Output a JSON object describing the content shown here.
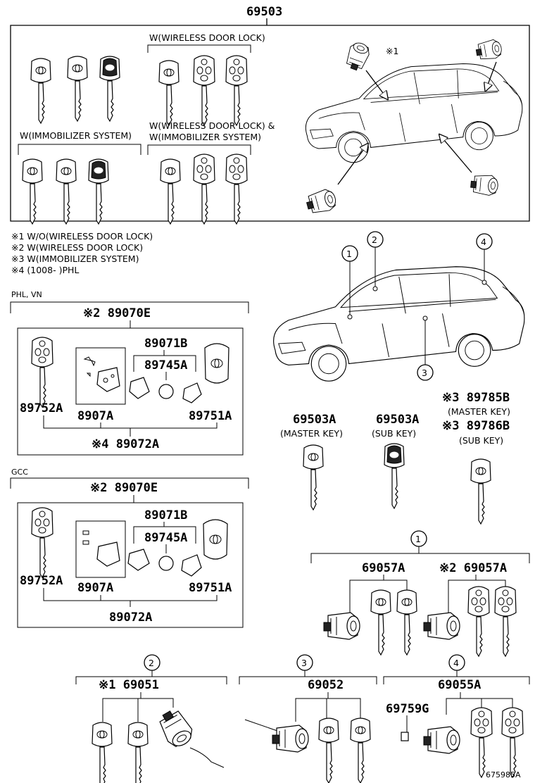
{
  "top": {
    "part_number": "69503",
    "label_wireless": "W(WIRELESS DOOR LOCK)",
    "label_immobilizer": "W(IMMOBILIZER SYSTEM)",
    "label_both_1": "W(WIRELESS DOOR LOCK) &",
    "label_both_2": "W(IMMOBILIZER SYSTEM)",
    "callout_mark": "※1"
  },
  "notes": [
    "※1 W/O(WIRELESS DOOR LOCK)",
    "※2 W(WIRELESS DOOR LOCK)",
    "※3 W(IMMOBILIZER SYSTEM)",
    "※4 (1008-      )PHL"
  ],
  "region1": {
    "label": "PHL, VN",
    "header": "※2 89070E",
    "p89071B": "89071B",
    "p89745A": "89745A",
    "p89752A": "89752A",
    "p8907A": "8907A",
    "p89751A": "89751A",
    "footer": "※4 89072A"
  },
  "region2": {
    "label": "GCC",
    "header": "※2 89070E",
    "p89071B": "89071B",
    "p89745A": "89745A",
    "p89752A": "89752A",
    "p8907A": "8907A",
    "p89751A": "89751A",
    "footer": "89072A"
  },
  "car_callouts": [
    "1",
    "2",
    "3",
    "4"
  ],
  "keys": {
    "master_pn": "69503A",
    "master_label": "(MASTER KEY)",
    "sub_pn": "69503A",
    "sub_label": "(SUB KEY)",
    "imm_master_pn": "※3 89785B",
    "imm_master_label": "(MASTER KEY)",
    "imm_sub_pn": "※3 89786B",
    "imm_sub_label": "(SUB KEY)"
  },
  "group1": {
    "num": "1",
    "left_pn": "69057A",
    "right_pn": "※2 69057A"
  },
  "group2": {
    "num": "2",
    "pn": "※1 69051"
  },
  "group3": {
    "num": "3",
    "pn": "69052"
  },
  "group4": {
    "num": "4",
    "pn": "69055A",
    "sub_pn": "69759G"
  },
  "figure_code": "675985A"
}
